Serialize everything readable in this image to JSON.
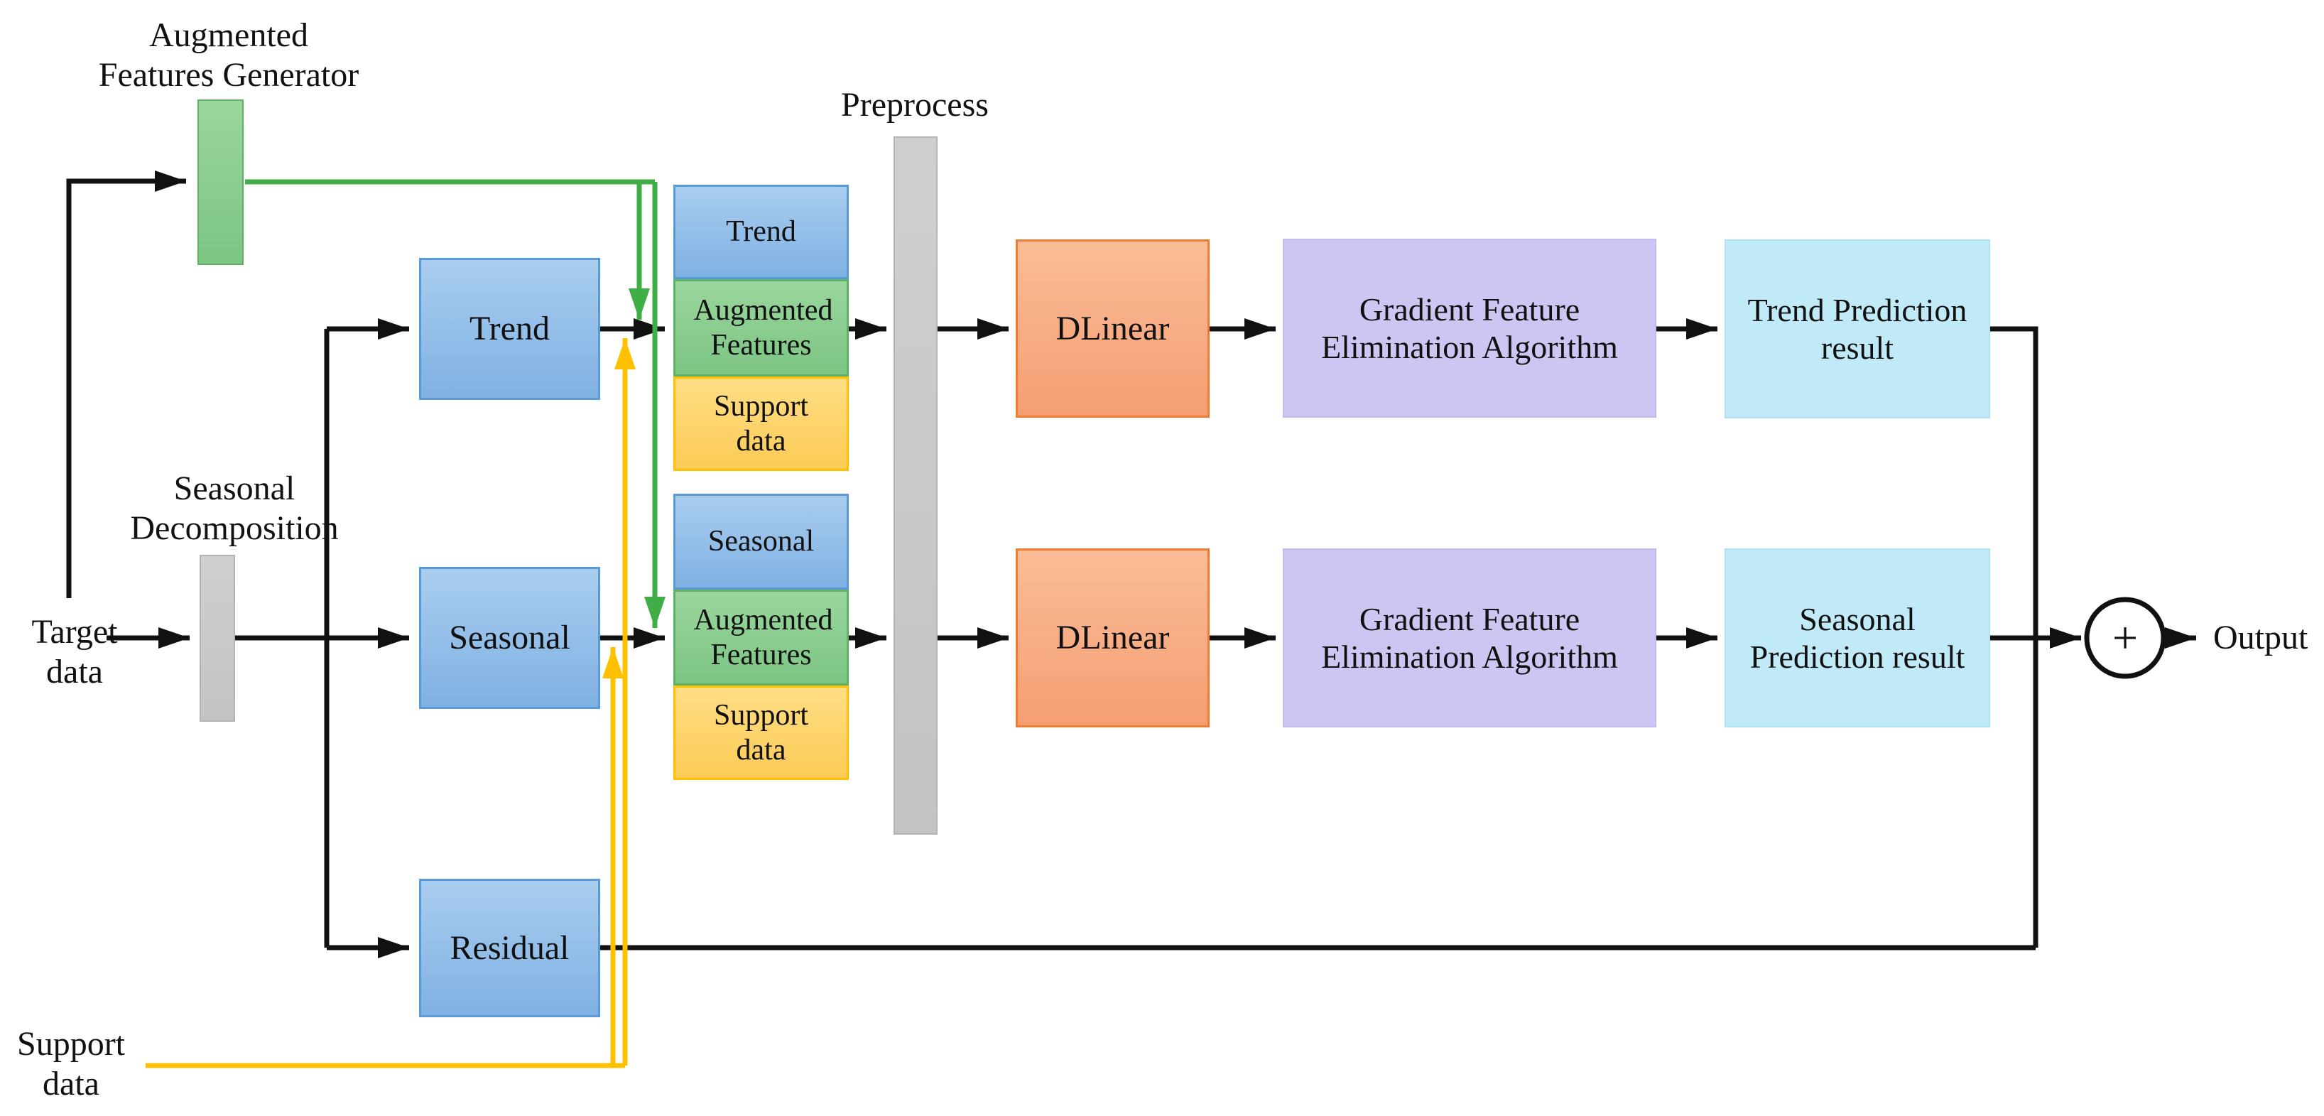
{
  "figure": {
    "type": "architecture-flow-diagram",
    "description": "Time series forecasting pipeline with seasonal decomposition, augmented features generator, support data, DLinear models, gradient feature elimination and summed output"
  },
  "colors": {
    "line-black": "#111111",
    "line-green": "#3FAE47",
    "line-yellow": "#FFC000",
    "blue-top": "#A9CDEF",
    "blue-bottom": "#7FB1E3",
    "blue-border": "#5B9BD5",
    "green-top": "#9AD69D",
    "green-bottom": "#7CC583",
    "green-border": "#5FB163",
    "yellow-top": "#FFDE85",
    "yellow-bottom": "#FBCB55",
    "yellow-border": "#FFC000",
    "gray-top": "#CFCFCF",
    "gray-bottom": "#C3C3C3",
    "gray-border": "#B3B3B3",
    "orange-top": "#FABD97",
    "orange-bottom": "#F59E73",
    "orange-border": "#ED7D31",
    "purple-fill": "#CDC6F2",
    "purple-border": "#C2BAEE",
    "cyan-fill": "#C1EAF9",
    "cyan-border": "#B0E2F4"
  },
  "labels": {
    "augmented_features_generator": {
      "line1": "Augmented",
      "line2": "Features Generator"
    },
    "seasonal_decomposition": {
      "line1": "Seasonal",
      "line2": "Decomposition"
    },
    "preprocess": "Preprocess",
    "target_data": {
      "line1": "Target",
      "line2": "data"
    },
    "support_data": {
      "line1": "Support",
      "line2": "data"
    },
    "output": "Output",
    "sum": "+"
  },
  "nodes": {
    "trend": "Trend",
    "seasonal": "Seasonal",
    "residual": "Residual",
    "stack_trend": {
      "top": "Trend",
      "middle": "Augmented Features",
      "bottom": "Support data"
    },
    "stack_seasonal": {
      "top": "Seasonal",
      "middle": "Augmented Features",
      "bottom": "Support data"
    },
    "dlinear_trend": "DLinear",
    "dlinear_seasonal": "DLinear",
    "gfe_trend": "Gradient Feature Elimination Algorithm",
    "gfe_seasonal": "Gradient Feature Elimination Algorithm",
    "prediction_trend": "Trend Prediction result",
    "prediction_seasonal": "Seasonal Prediction result"
  }
}
